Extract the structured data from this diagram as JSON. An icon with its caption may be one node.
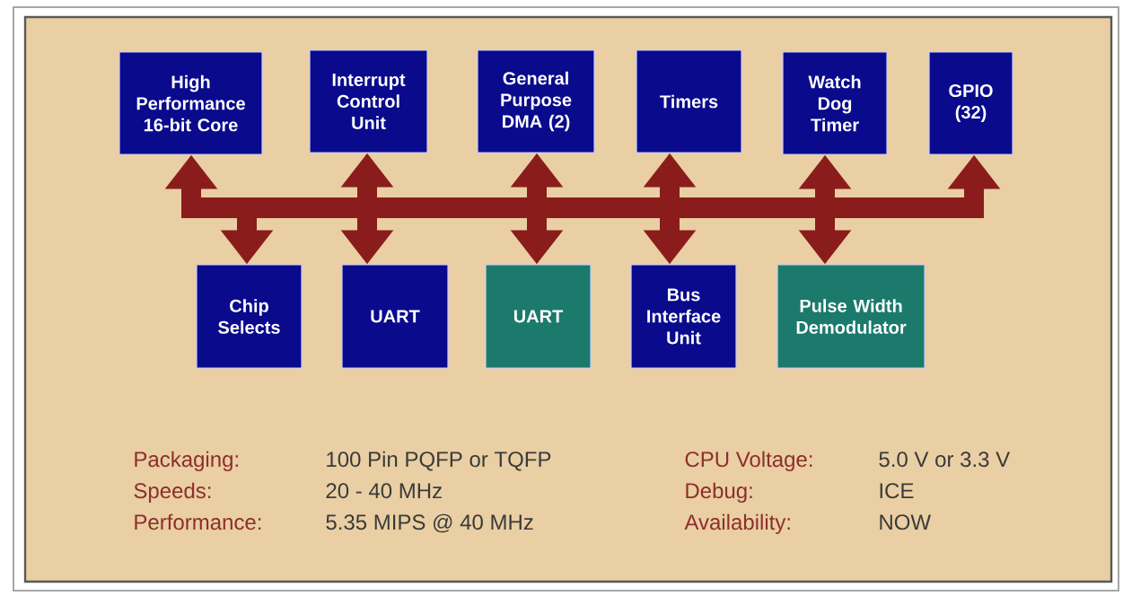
{
  "diagram": {
    "nodes": [
      {
        "text": [
          "High Performance 16-bit Core"
        ]
      },
      {
        "text": [
          "Interrupt Control Unit"
        ]
      },
      {
        "text": [
          "General Purpose DMA (2)"
        ]
      },
      {
        "text": [
          "Timers"
        ]
      },
      {
        "text": [
          "Watch Dog Timer"
        ]
      },
      {
        "text": [
          "GPIO (32)"
        ]
      },
      {
        "text": [
          "Chip Selects"
        ]
      },
      {
        "text": [
          "UART"
        ]
      },
      {
        "text": [
          "UART"
        ]
      },
      {
        "text": [
          "Bus Interface Unit"
        ]
      },
      {
        "text": [
          "Pulse Width Demodulator"
        ]
      },
      {
        "text": [],
        "shape": "bar"
      }
    ],
    "edges": [
      {
        "from": 11,
        "to": 0,
        "arrow": "to"
      },
      {
        "from": 11,
        "to": 1,
        "arrow": "to"
      },
      {
        "from": 11,
        "to": 2,
        "arrow": "to"
      },
      {
        "from": 11,
        "to": 3,
        "arrow": "to"
      },
      {
        "from": 11,
        "to": 4,
        "arrow": "to"
      },
      {
        "from": 11,
        "to": 5,
        "arrow": "to"
      },
      {
        "from": 11,
        "to": 6,
        "arrow": "to"
      },
      {
        "from": 11,
        "to": 7,
        "arrow": "to"
      },
      {
        "from": 11,
        "to": 8,
        "arrow": "to"
      },
      {
        "from": 11,
        "to": 9,
        "arrow": "to"
      },
      {
        "from": 11,
        "to": 10,
        "arrow": "to"
      }
    ],
    "labels": [
      "Packaging:",
      "100 Pin PQFP or TQFP",
      "CPU Voltage:",
      "5.0 V or 3.3 V",
      "Speeds:",
      "20 - 40 MHz",
      "Debug:",
      "ICE",
      "Performance:",
      "5.35 MIPS @ 40 MHz",
      "Availability:",
      "NOW"
    ]
  }
}
